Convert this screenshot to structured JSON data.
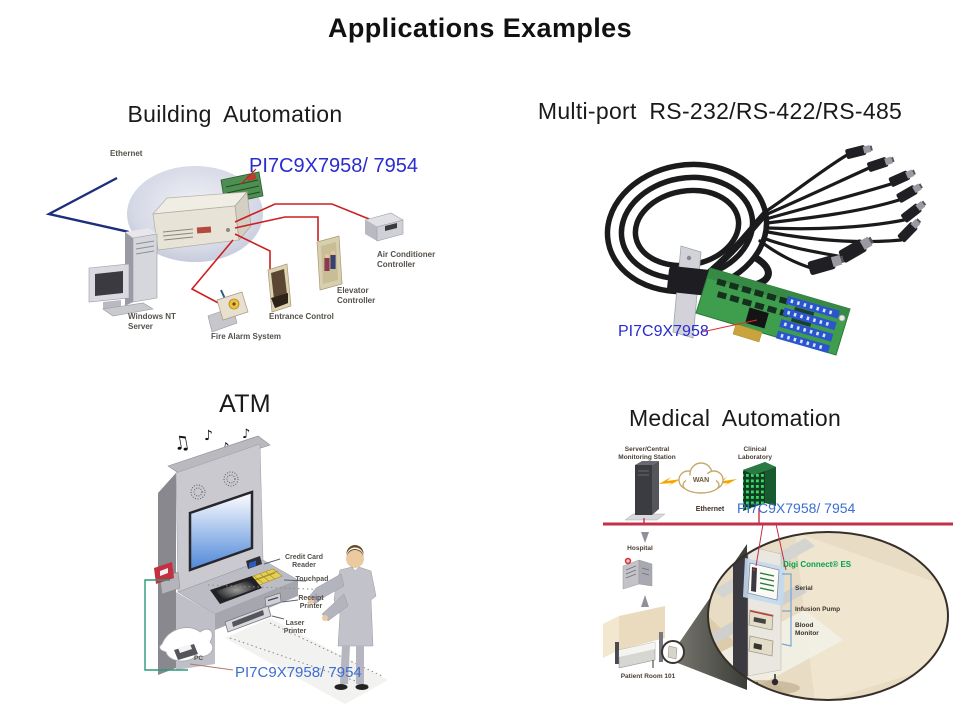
{
  "title": "Applications Examples",
  "colors": {
    "part_blue_dark": "#2b2bd0",
    "part_blue_light": "#3b6ed0",
    "wire_red": "#cc2020",
    "ethernet_red": "#c23148",
    "ethernet_blue": "#1c2f7a",
    "digi_green": "#00a14b",
    "pcb_green": "#3f9d4e",
    "label_gray": "#55504a"
  },
  "sections": {
    "building": {
      "heading": "Building Automation",
      "part": "PI7C9X7958/ 7954",
      "ethernet": "Ethernet",
      "server": "Windows NT\nServer",
      "fire_alarm": "Fire Alarm System",
      "entrance": "Entrance Control",
      "elevator": "Elevator\nController",
      "air_conditioner": "Air Conditioner\nController"
    },
    "multiport": {
      "heading": "Multi-port RS-232/RS-422/RS-485",
      "part": "PI7C9X7958"
    },
    "atm": {
      "heading": "ATM",
      "part": "PI7C9X7958/ 7954",
      "credit_card": "Credit Card\nReader",
      "touchpad": "Touchpad",
      "receipt": "Receipt\nPrinter",
      "laser": "Laser\nPrinter",
      "pc": "PC"
    },
    "medical": {
      "heading": "Medical Automation",
      "part": "PI7C9X7958/ 7954",
      "server_station": "Server/Central\nMonitoring Station",
      "wan": "WAN",
      "clinical": "Clinical\nLaboratory",
      "ethernet": "Ethernet",
      "hospital": "Hospital",
      "patient_room": "Patient Room 101",
      "digi": "Digi Connect® ES",
      "serial": "Serial",
      "infusion": "Infusion Pump",
      "blood": "Blood\nMonitor"
    }
  }
}
